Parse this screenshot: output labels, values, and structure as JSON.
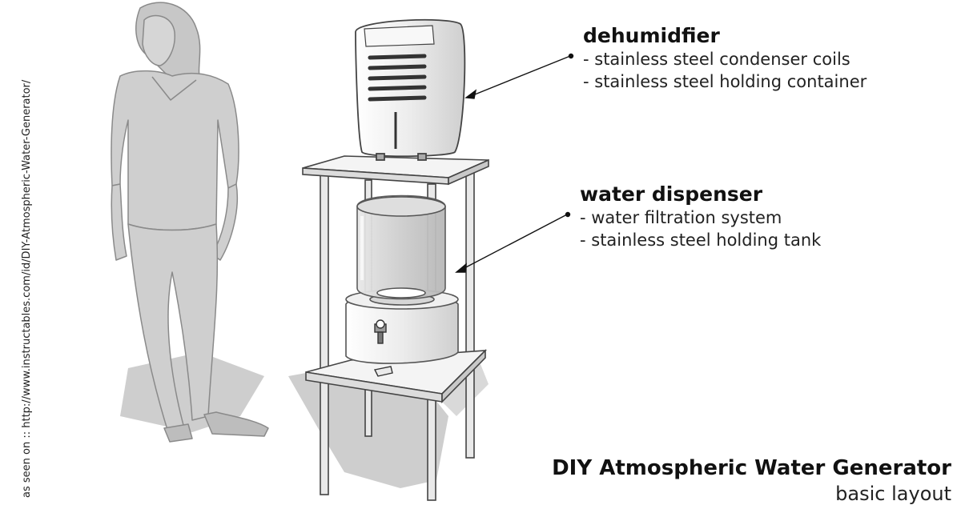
{
  "credit": "as seen on :: http://www.instructables.com/id/DIY-Atmospheric-Water-Generator/",
  "dehumidifier": {
    "title": "dehumidfier",
    "items": [
      "- stainless steel condenser coils",
      "- stainless steel holding container"
    ]
  },
  "dispenser": {
    "title": "water dispenser",
    "items": [
      "- water filtration system",
      "- stainless steel holding tank"
    ]
  },
  "footer": {
    "title": "DIY Atmospheric Water Generator",
    "subtitle": "basic layout"
  }
}
